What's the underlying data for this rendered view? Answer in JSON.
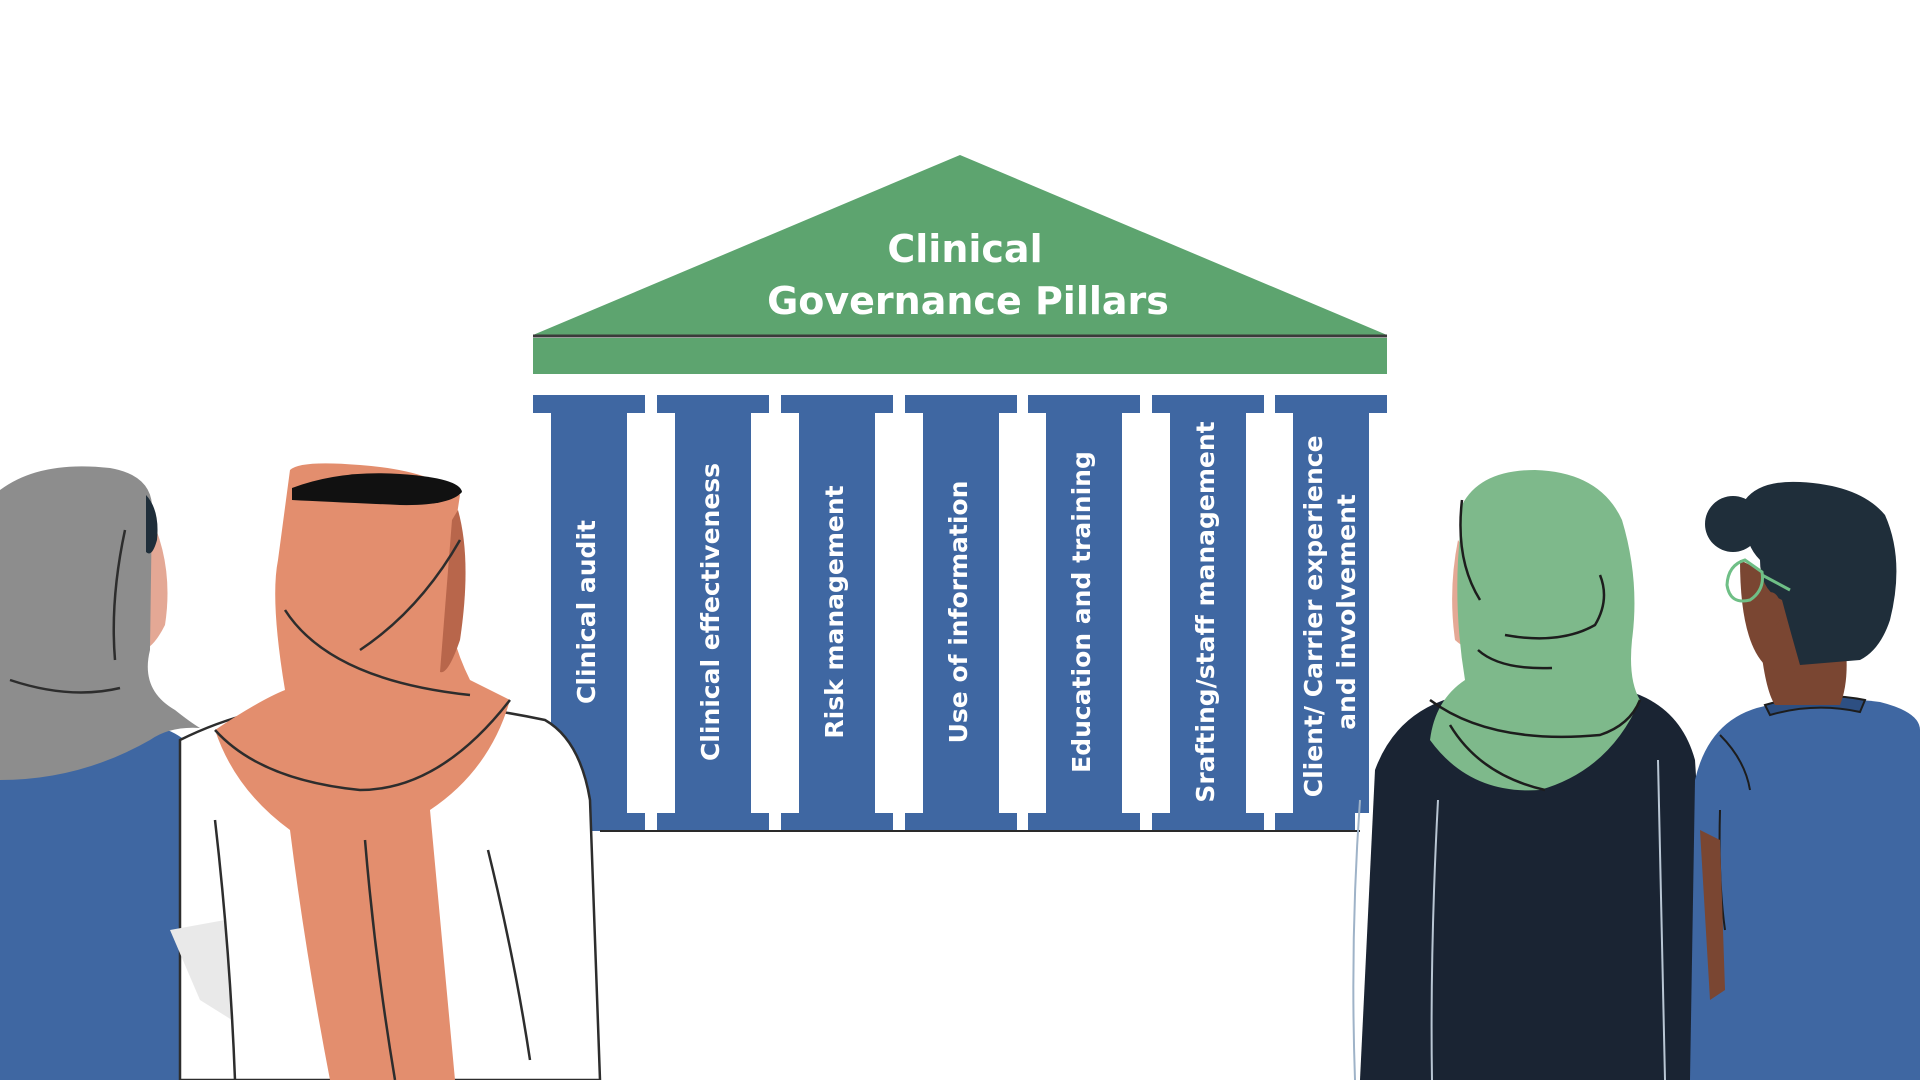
{
  "title": {
    "line1": "Clinical",
    "line2": "Governance Pillars"
  },
  "pillars": [
    {
      "lines": [
        "Clinical audit"
      ]
    },
    {
      "lines": [
        "Clinical effectiveness"
      ]
    },
    {
      "lines": [
        "Risk management"
      ]
    },
    {
      "lines": [
        "Use of information"
      ]
    },
    {
      "lines": [
        "Education and training"
      ]
    },
    {
      "lines": [
        "Srafting/staff management"
      ]
    },
    {
      "lines": [
        "Client/ Carrier experience",
        "and involvement"
      ]
    }
  ],
  "colors": {
    "roof": "#5da46f",
    "roof_line": "#3a3a3a",
    "pillar": "#3f67a2",
    "background": "#ffffff",
    "text": "#ffffff"
  },
  "people": [
    {
      "icon": "woman-grey-hijab-figure"
    },
    {
      "icon": "man-ghutra-figure"
    },
    {
      "icon": "woman-green-hijab-figure"
    },
    {
      "icon": "man-glasses-figure"
    }
  ]
}
